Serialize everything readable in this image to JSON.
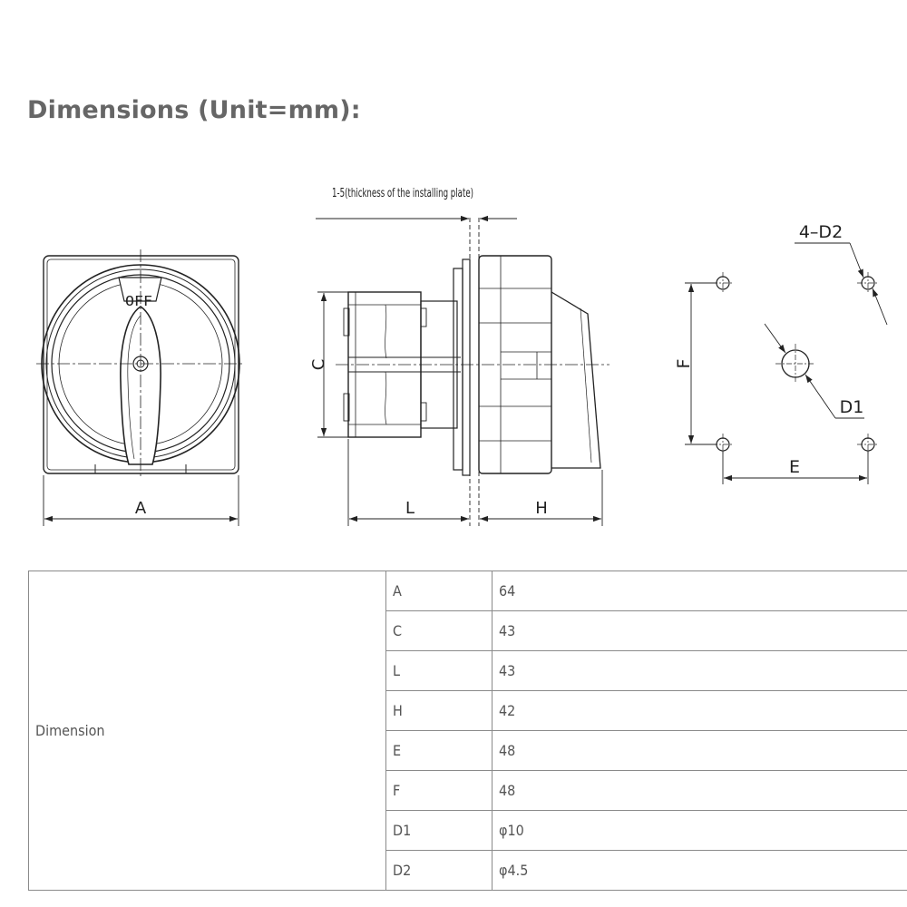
{
  "page": {
    "title": "Dimensions (Unit=mm):"
  },
  "drawing": {
    "front_view": {
      "handle_label": "OFF",
      "dimension_label": "A"
    },
    "side_view": {
      "plate_note": "1-5(thickness of the installing plate)",
      "height_label": "C",
      "depth_front_label": "L",
      "depth_rear_label": "H"
    },
    "hole_pattern": {
      "corner_holes_label": "4–D2",
      "center_hole_label": "D1",
      "horizontal_spacing_label": "E",
      "vertical_spacing_label": "F"
    }
  },
  "table": {
    "group_label": "Dimension",
    "rows": [
      {
        "param": "A",
        "value": "64"
      },
      {
        "param": "C",
        "value": "43"
      },
      {
        "param": "L",
        "value": "43"
      },
      {
        "param": "H",
        "value": "42"
      },
      {
        "param": "E",
        "value": "48"
      },
      {
        "param": "F",
        "value": "48"
      },
      {
        "param": "D1",
        "value": "φ10"
      },
      {
        "param": "D2",
        "value": "φ4.5"
      }
    ]
  }
}
